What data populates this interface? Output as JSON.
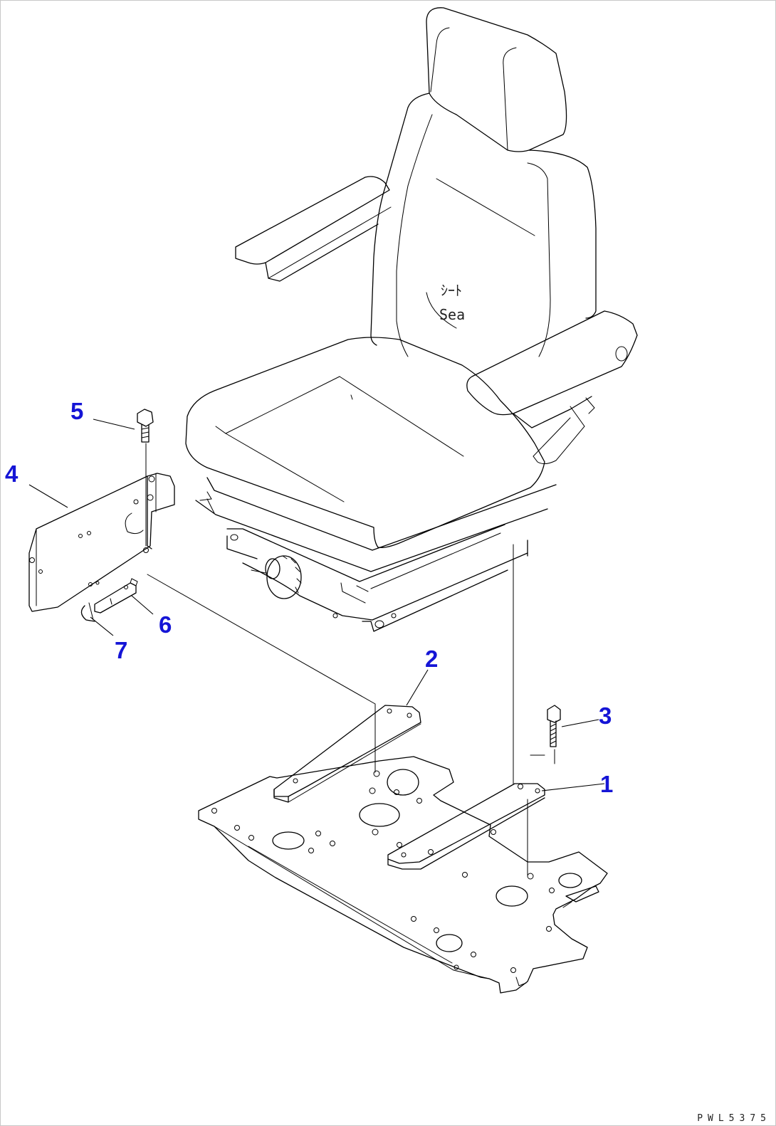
{
  "diagram": {
    "callouts": [
      {
        "id": "1",
        "label": "1"
      },
      {
        "id": "2",
        "label": "2"
      },
      {
        "id": "3",
        "label": "3"
      },
      {
        "id": "4",
        "label": "4"
      },
      {
        "id": "5",
        "label": "5"
      },
      {
        "id": "6",
        "label": "6"
      },
      {
        "id": "7",
        "label": "7"
      }
    ],
    "seat_text_line1": "ｼｰﾄ",
    "seat_text_line2": "Sea",
    "drawing_code": "PWL5375",
    "callout_color": "#1515d6"
  }
}
